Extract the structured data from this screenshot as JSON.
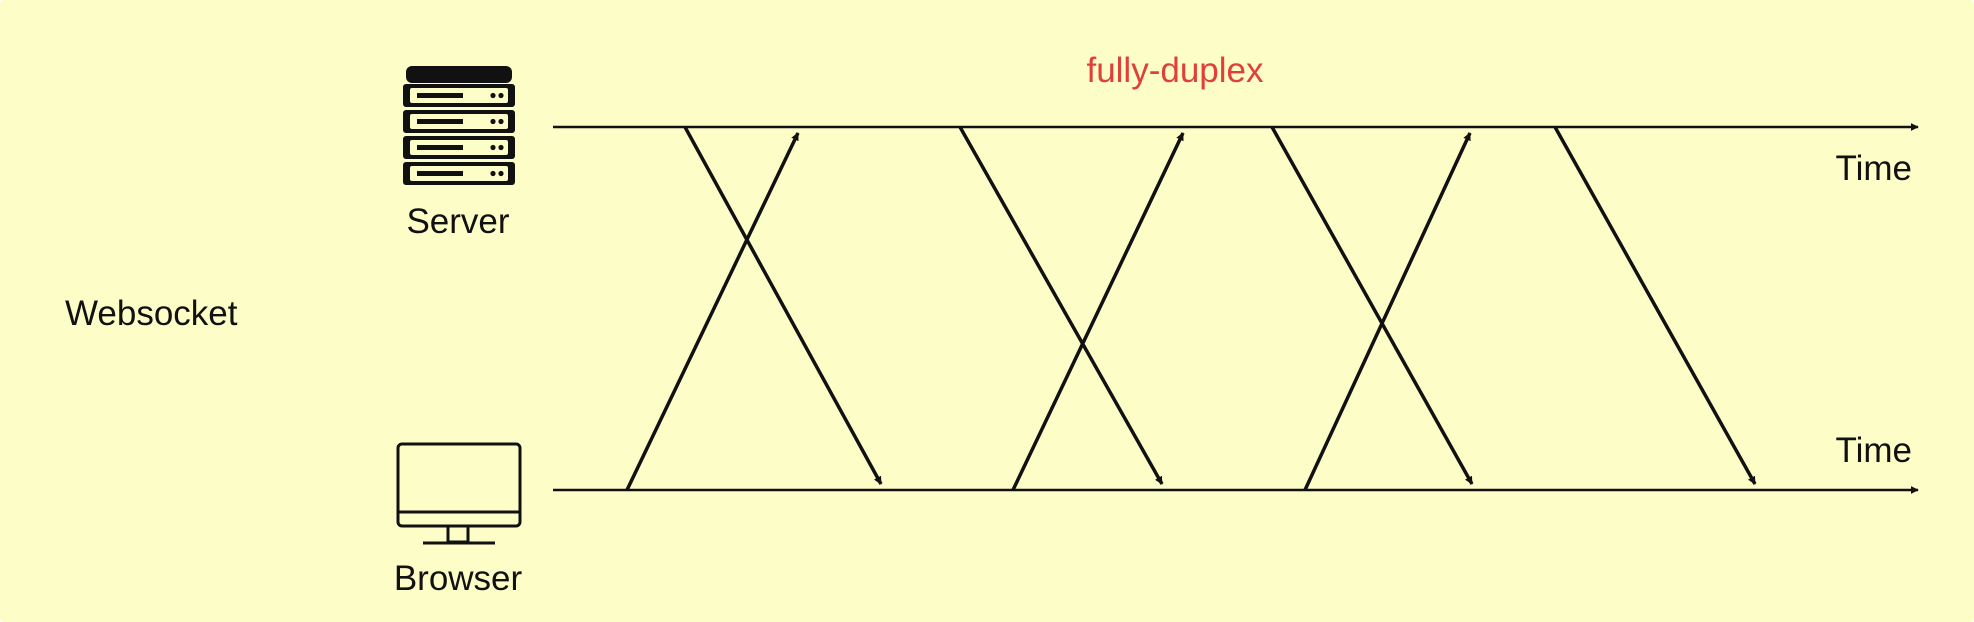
{
  "title": "fully-duplex",
  "side_label": "Websocket",
  "server": {
    "label": "Server",
    "icon": "server-icon"
  },
  "browser": {
    "label": "Browser",
    "icon": "monitor-icon"
  },
  "timeline_label_top": "Time",
  "timeline_label_bottom": "Time",
  "colors": {
    "background": "#fdfdc8",
    "title": "#e0403a",
    "line": "#111111"
  },
  "messages": [
    {
      "direction": "browser-to-server"
    },
    {
      "direction": "server-to-browser"
    },
    {
      "direction": "browser-to-server"
    },
    {
      "direction": "server-to-browser"
    },
    {
      "direction": "browser-to-server"
    },
    {
      "direction": "server-to-browser"
    },
    {
      "direction": "server-to-browser"
    }
  ]
}
